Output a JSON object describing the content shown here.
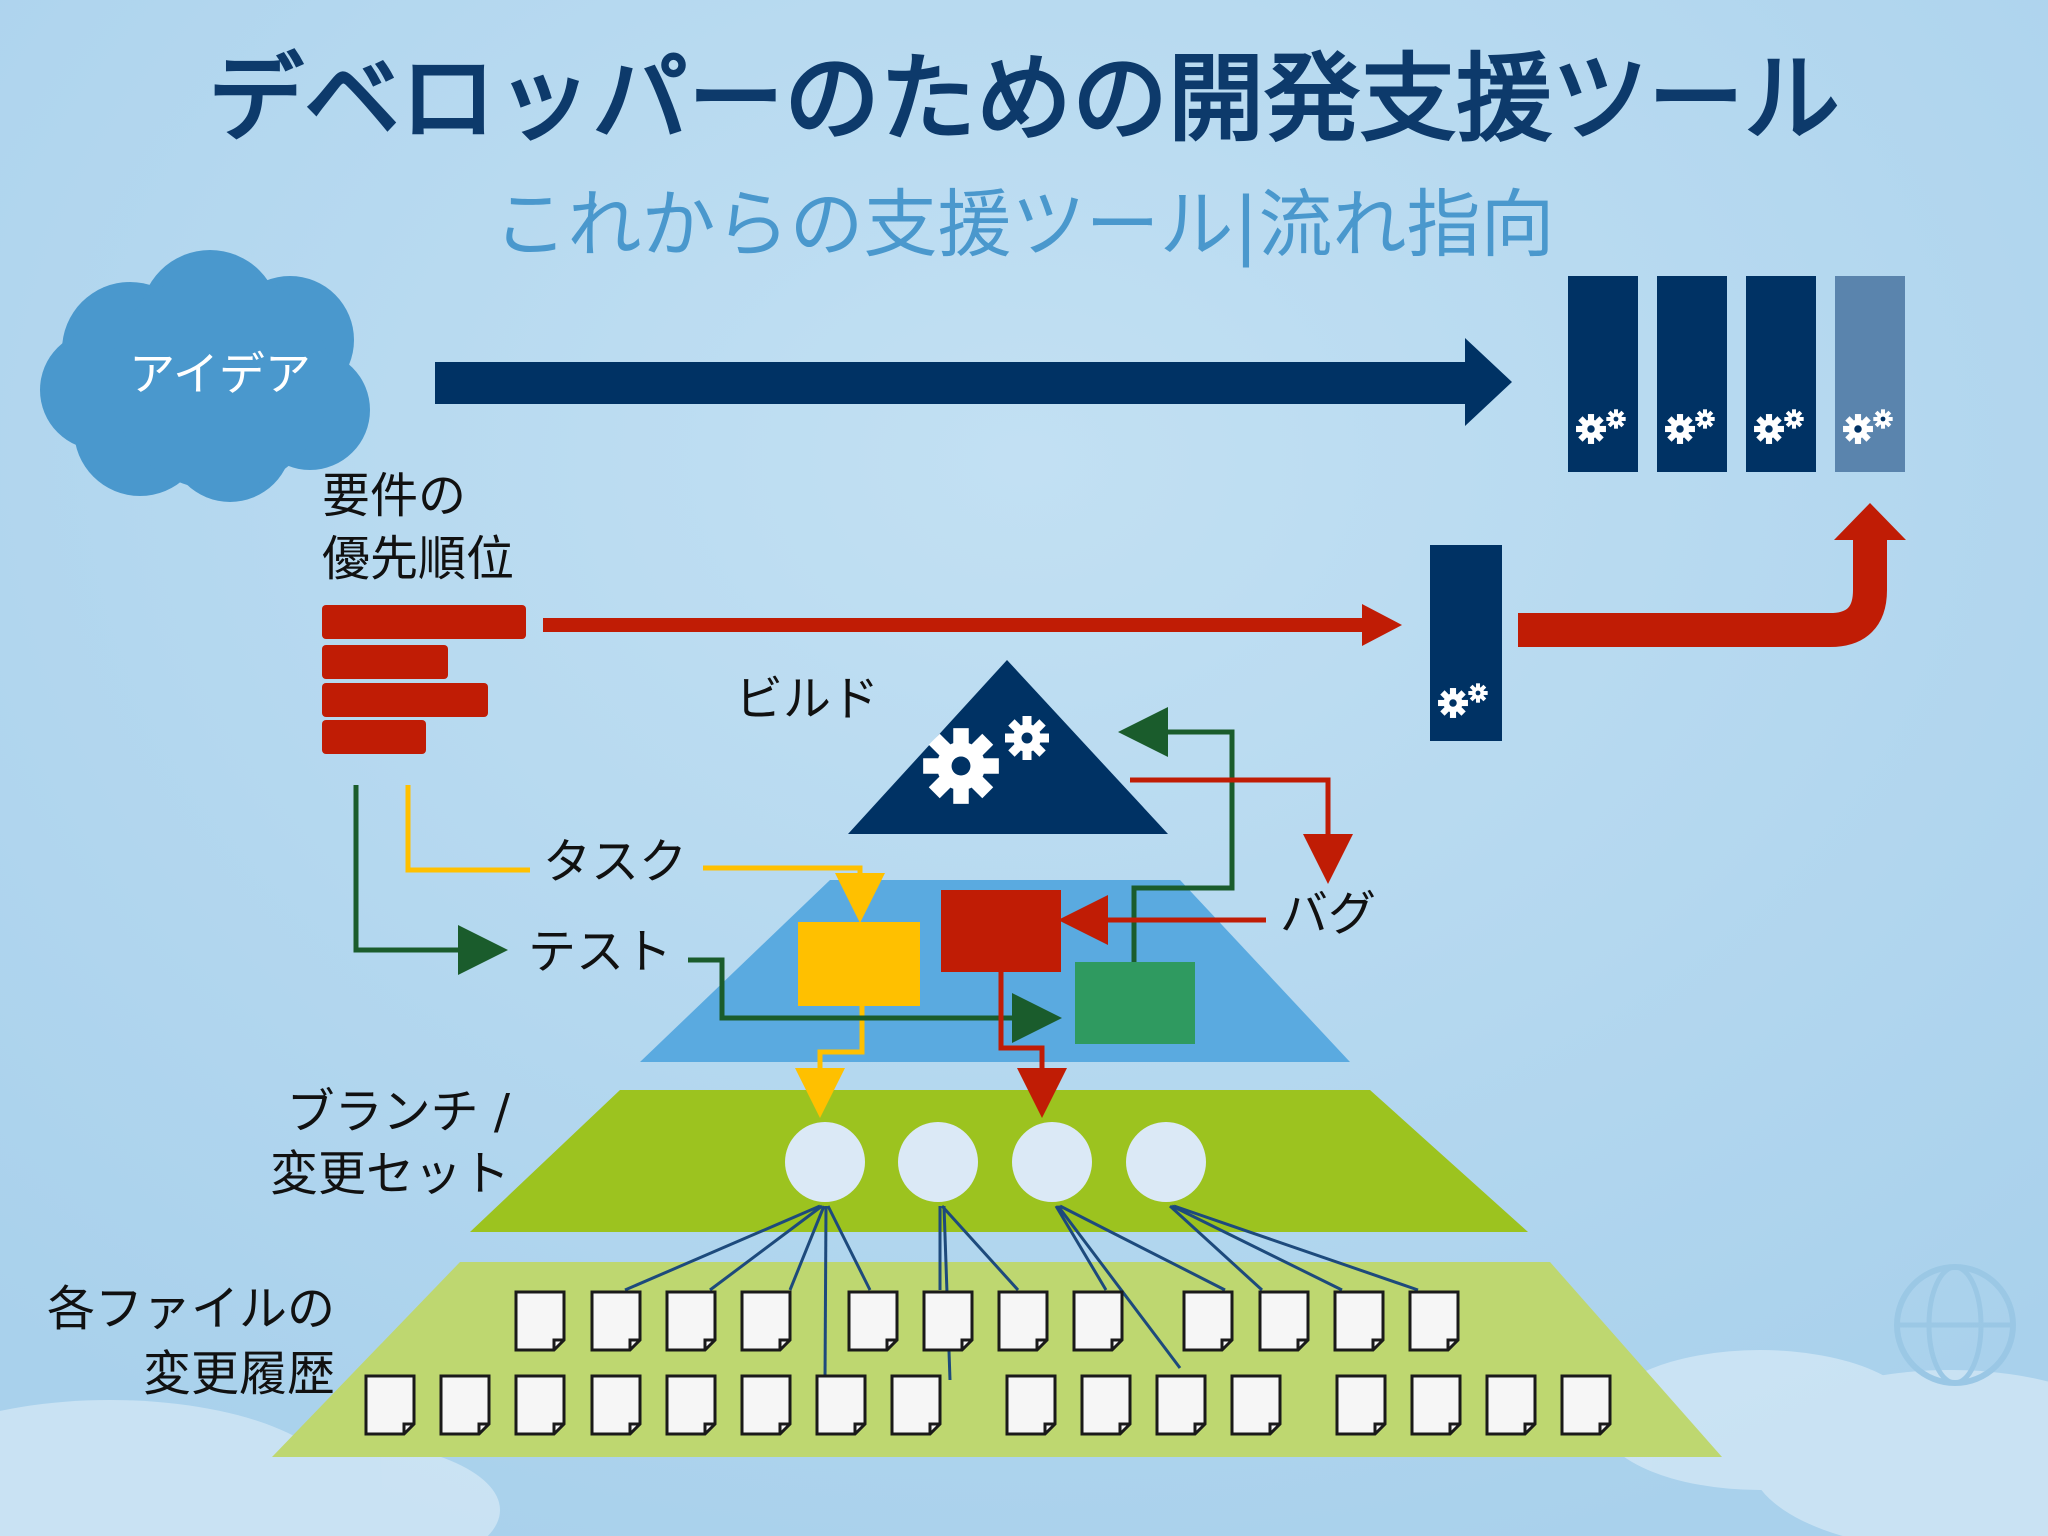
{
  "title": "デベロッパーのための開発支援ツール",
  "subtitle": "これからの支援ツール|流れ指向",
  "labels": {
    "idea": "アイデア",
    "requirements_line1": "要件の",
    "requirements_line2": "優先順位",
    "build": "ビルド",
    "task": "タスク",
    "test": "テスト",
    "bug": "バグ",
    "branch_line1": "ブランチ /",
    "branch_line2": "変更セット",
    "files_line1": "各ファイルの",
    "files_line2": "変更履歴"
  },
  "colors": {
    "background": "#b8d9ee",
    "navy": "#003264",
    "red": "#c01c05",
    "yellow": "#ffc000",
    "green": "#2f9a60",
    "light_blue": "#5aaae0",
    "lime": "#9cc31f",
    "pale_lime": "#bed770",
    "cloud": "#4a98cd"
  },
  "icons": [
    "cloud-icon",
    "gear-icon",
    "document-icon",
    "arrow-icon"
  ]
}
